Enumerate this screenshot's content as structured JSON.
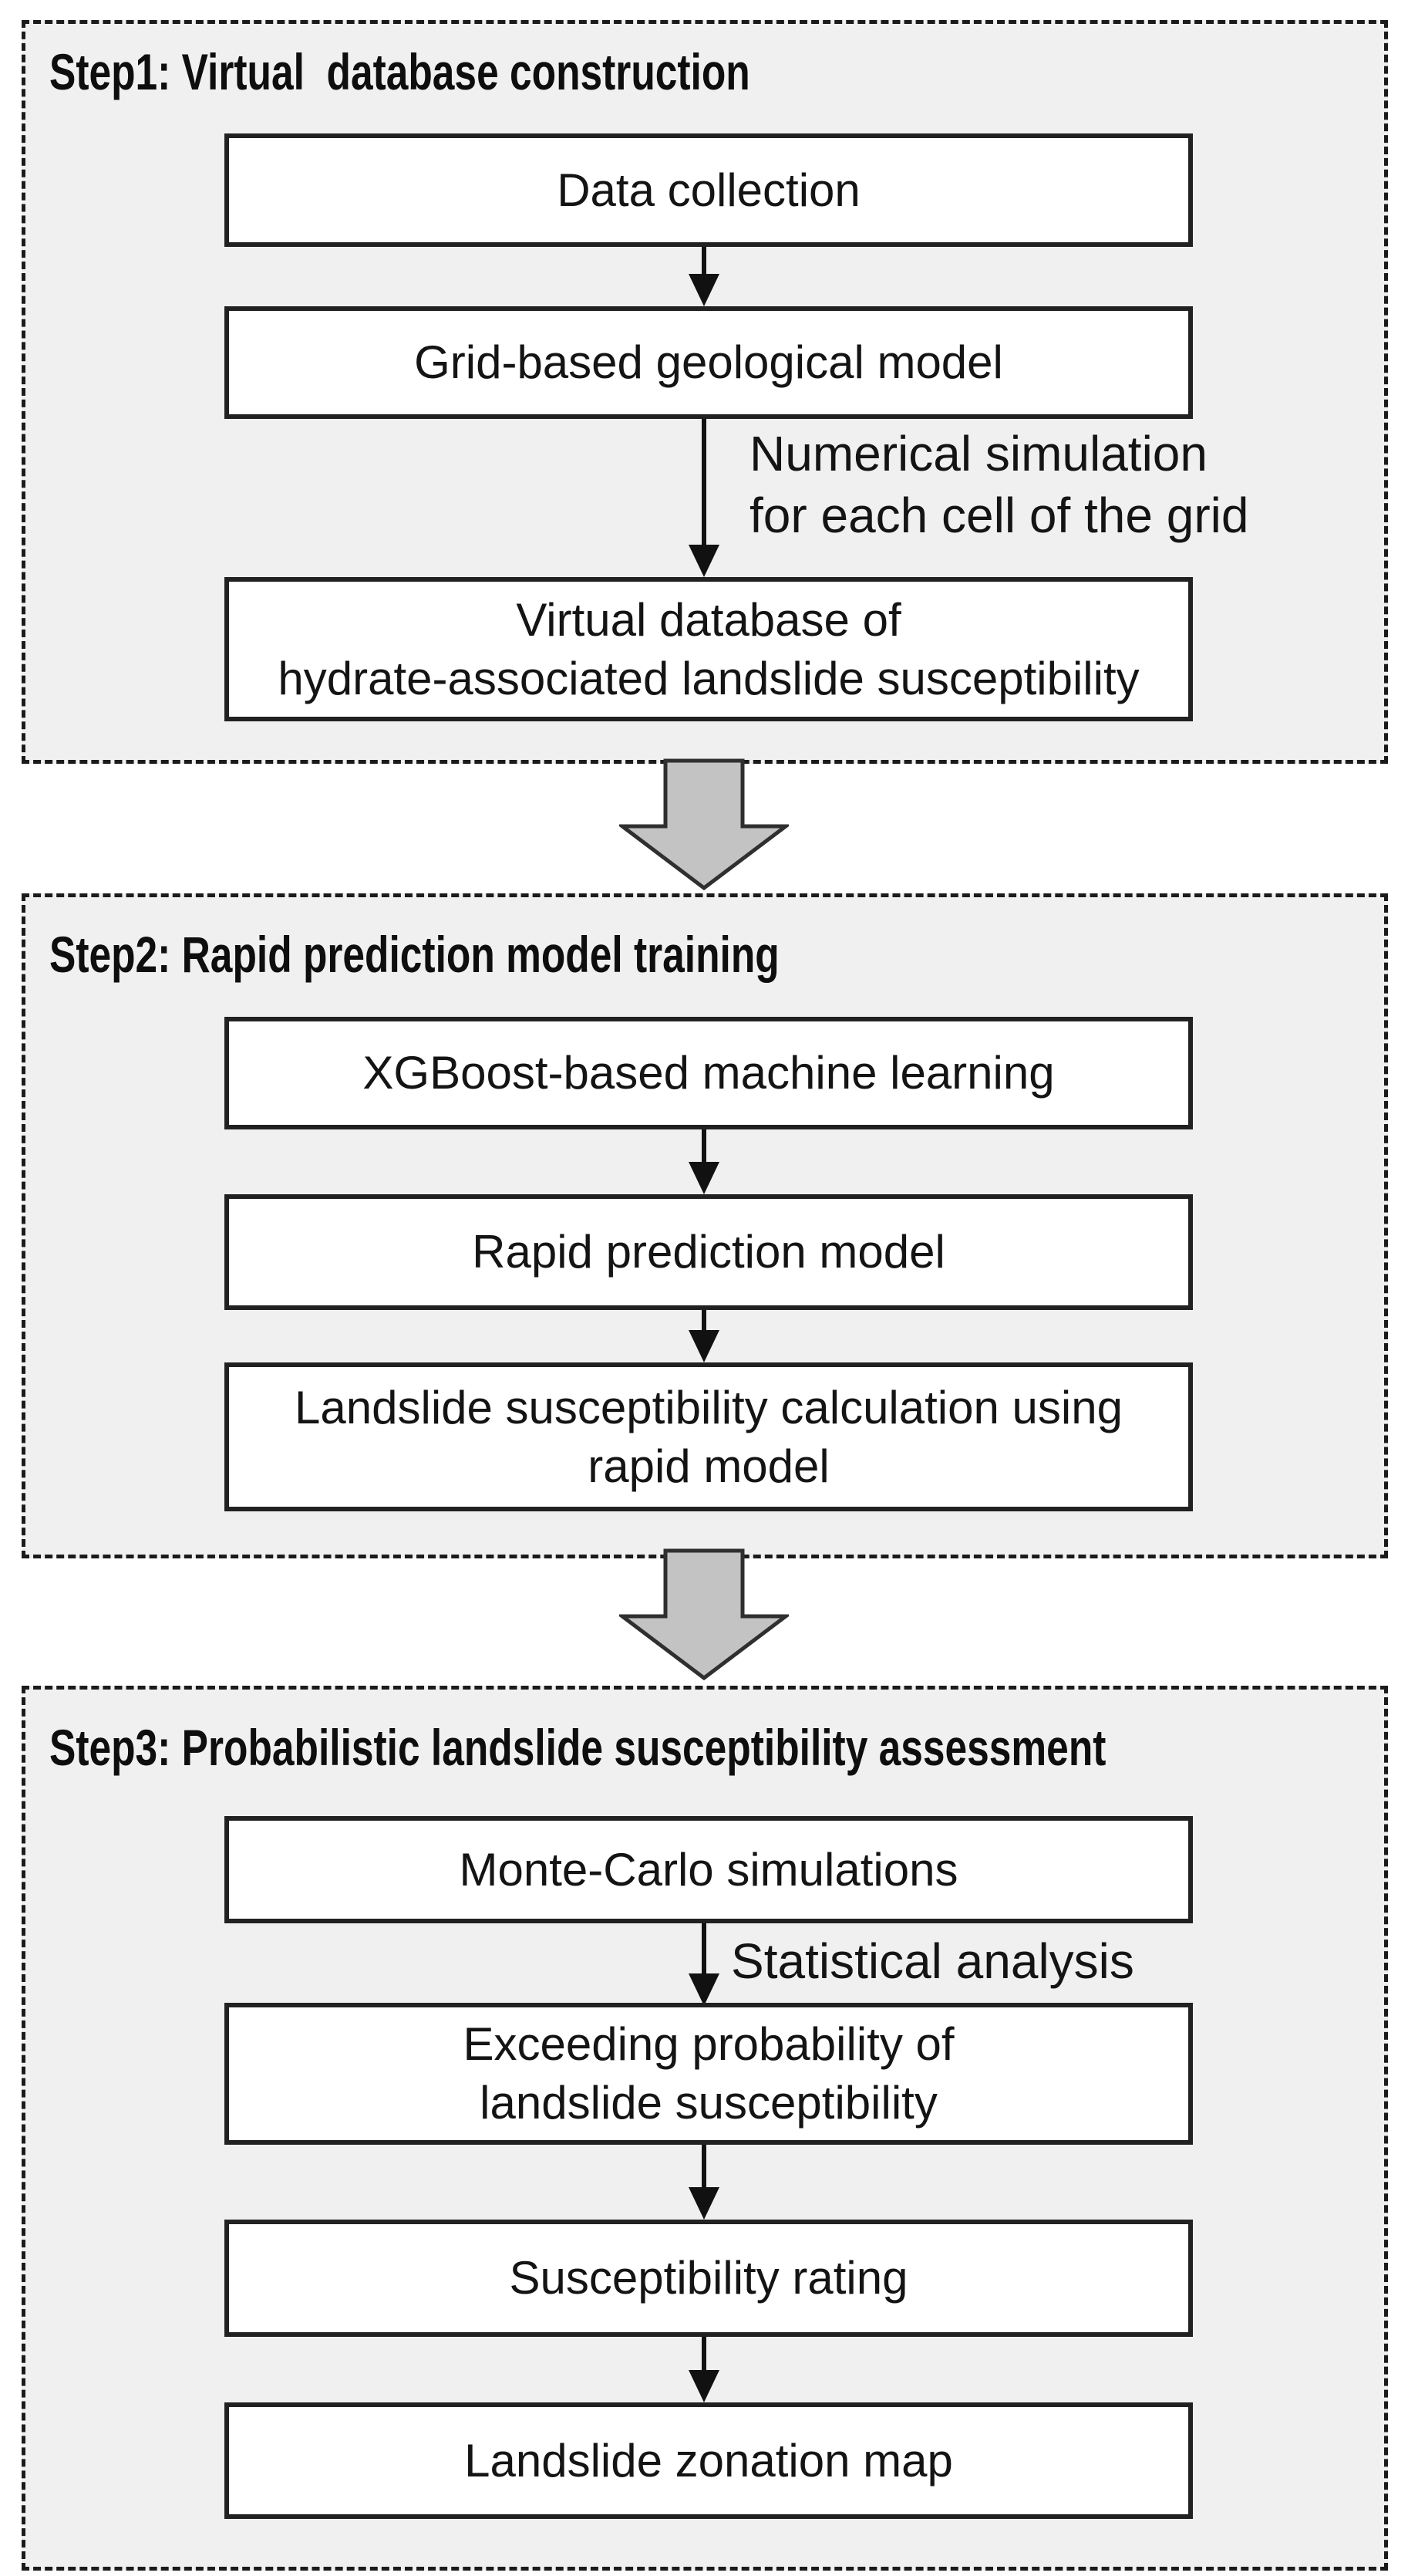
{
  "figure": {
    "type": "flowchart",
    "palette": {
      "panel_bg": "#f0f0f0",
      "panel_dash_border": "#1b1b1b",
      "box_fill": "#ffffff",
      "box_border": "#212121",
      "text": "#141414",
      "thin_arrow": "#111111",
      "big_arrow_fill": "#c3c3c3",
      "big_arrow_stroke": "#2f2f2f"
    }
  },
  "sections": [
    {
      "title": "Step1: Virtual  database construction",
      "boxes": [
        {
          "lines": [
            "Data collection"
          ]
        },
        {
          "lines": [
            "Grid-based geological model"
          ]
        },
        {
          "lines": [
            "Virtual database of",
            "hydrate-associated landslide susceptibility"
          ]
        }
      ],
      "annotation_lines": [
        "Numerical simulation",
        "for each cell of the grid"
      ]
    },
    {
      "title": "Step2: Rapid prediction model training",
      "boxes": [
        {
          "lines": [
            "XGBoost-based machine learning"
          ]
        },
        {
          "lines": [
            "Rapid prediction model"
          ]
        },
        {
          "lines": [
            "Landslide susceptibility calculation using",
            "rapid model"
          ]
        }
      ]
    },
    {
      "title": "Step3: Probabilistic landslide susceptibility assessment",
      "boxes": [
        {
          "lines": [
            "Monte-Carlo simulations"
          ]
        },
        {
          "lines": [
            "Exceeding probability of",
            "landslide susceptibility"
          ]
        },
        {
          "lines": [
            "Susceptibility rating"
          ]
        },
        {
          "lines": [
            "Landslide zonation map"
          ]
        }
      ],
      "annotation": "Statistical analysis"
    }
  ]
}
